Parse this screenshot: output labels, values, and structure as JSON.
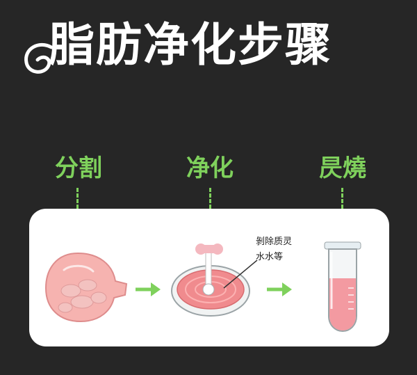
{
  "title": "脂肪净化步骤",
  "steps": [
    {
      "label": "分割"
    },
    {
      "label": "净化"
    },
    {
      "label": "昃燒"
    }
  ],
  "annotation": {
    "line1": "剝除质灵",
    "line2": "水水等"
  },
  "colors": {
    "background": "#262626",
    "accent": "#7fd15c",
    "card": "#ffffff",
    "tissue": "#f6b3b0",
    "liquid": "#f08b8e"
  },
  "icons": [
    "fat-tissue-sac-icon",
    "washing-dish-icon",
    "test-tube-icon"
  ]
}
